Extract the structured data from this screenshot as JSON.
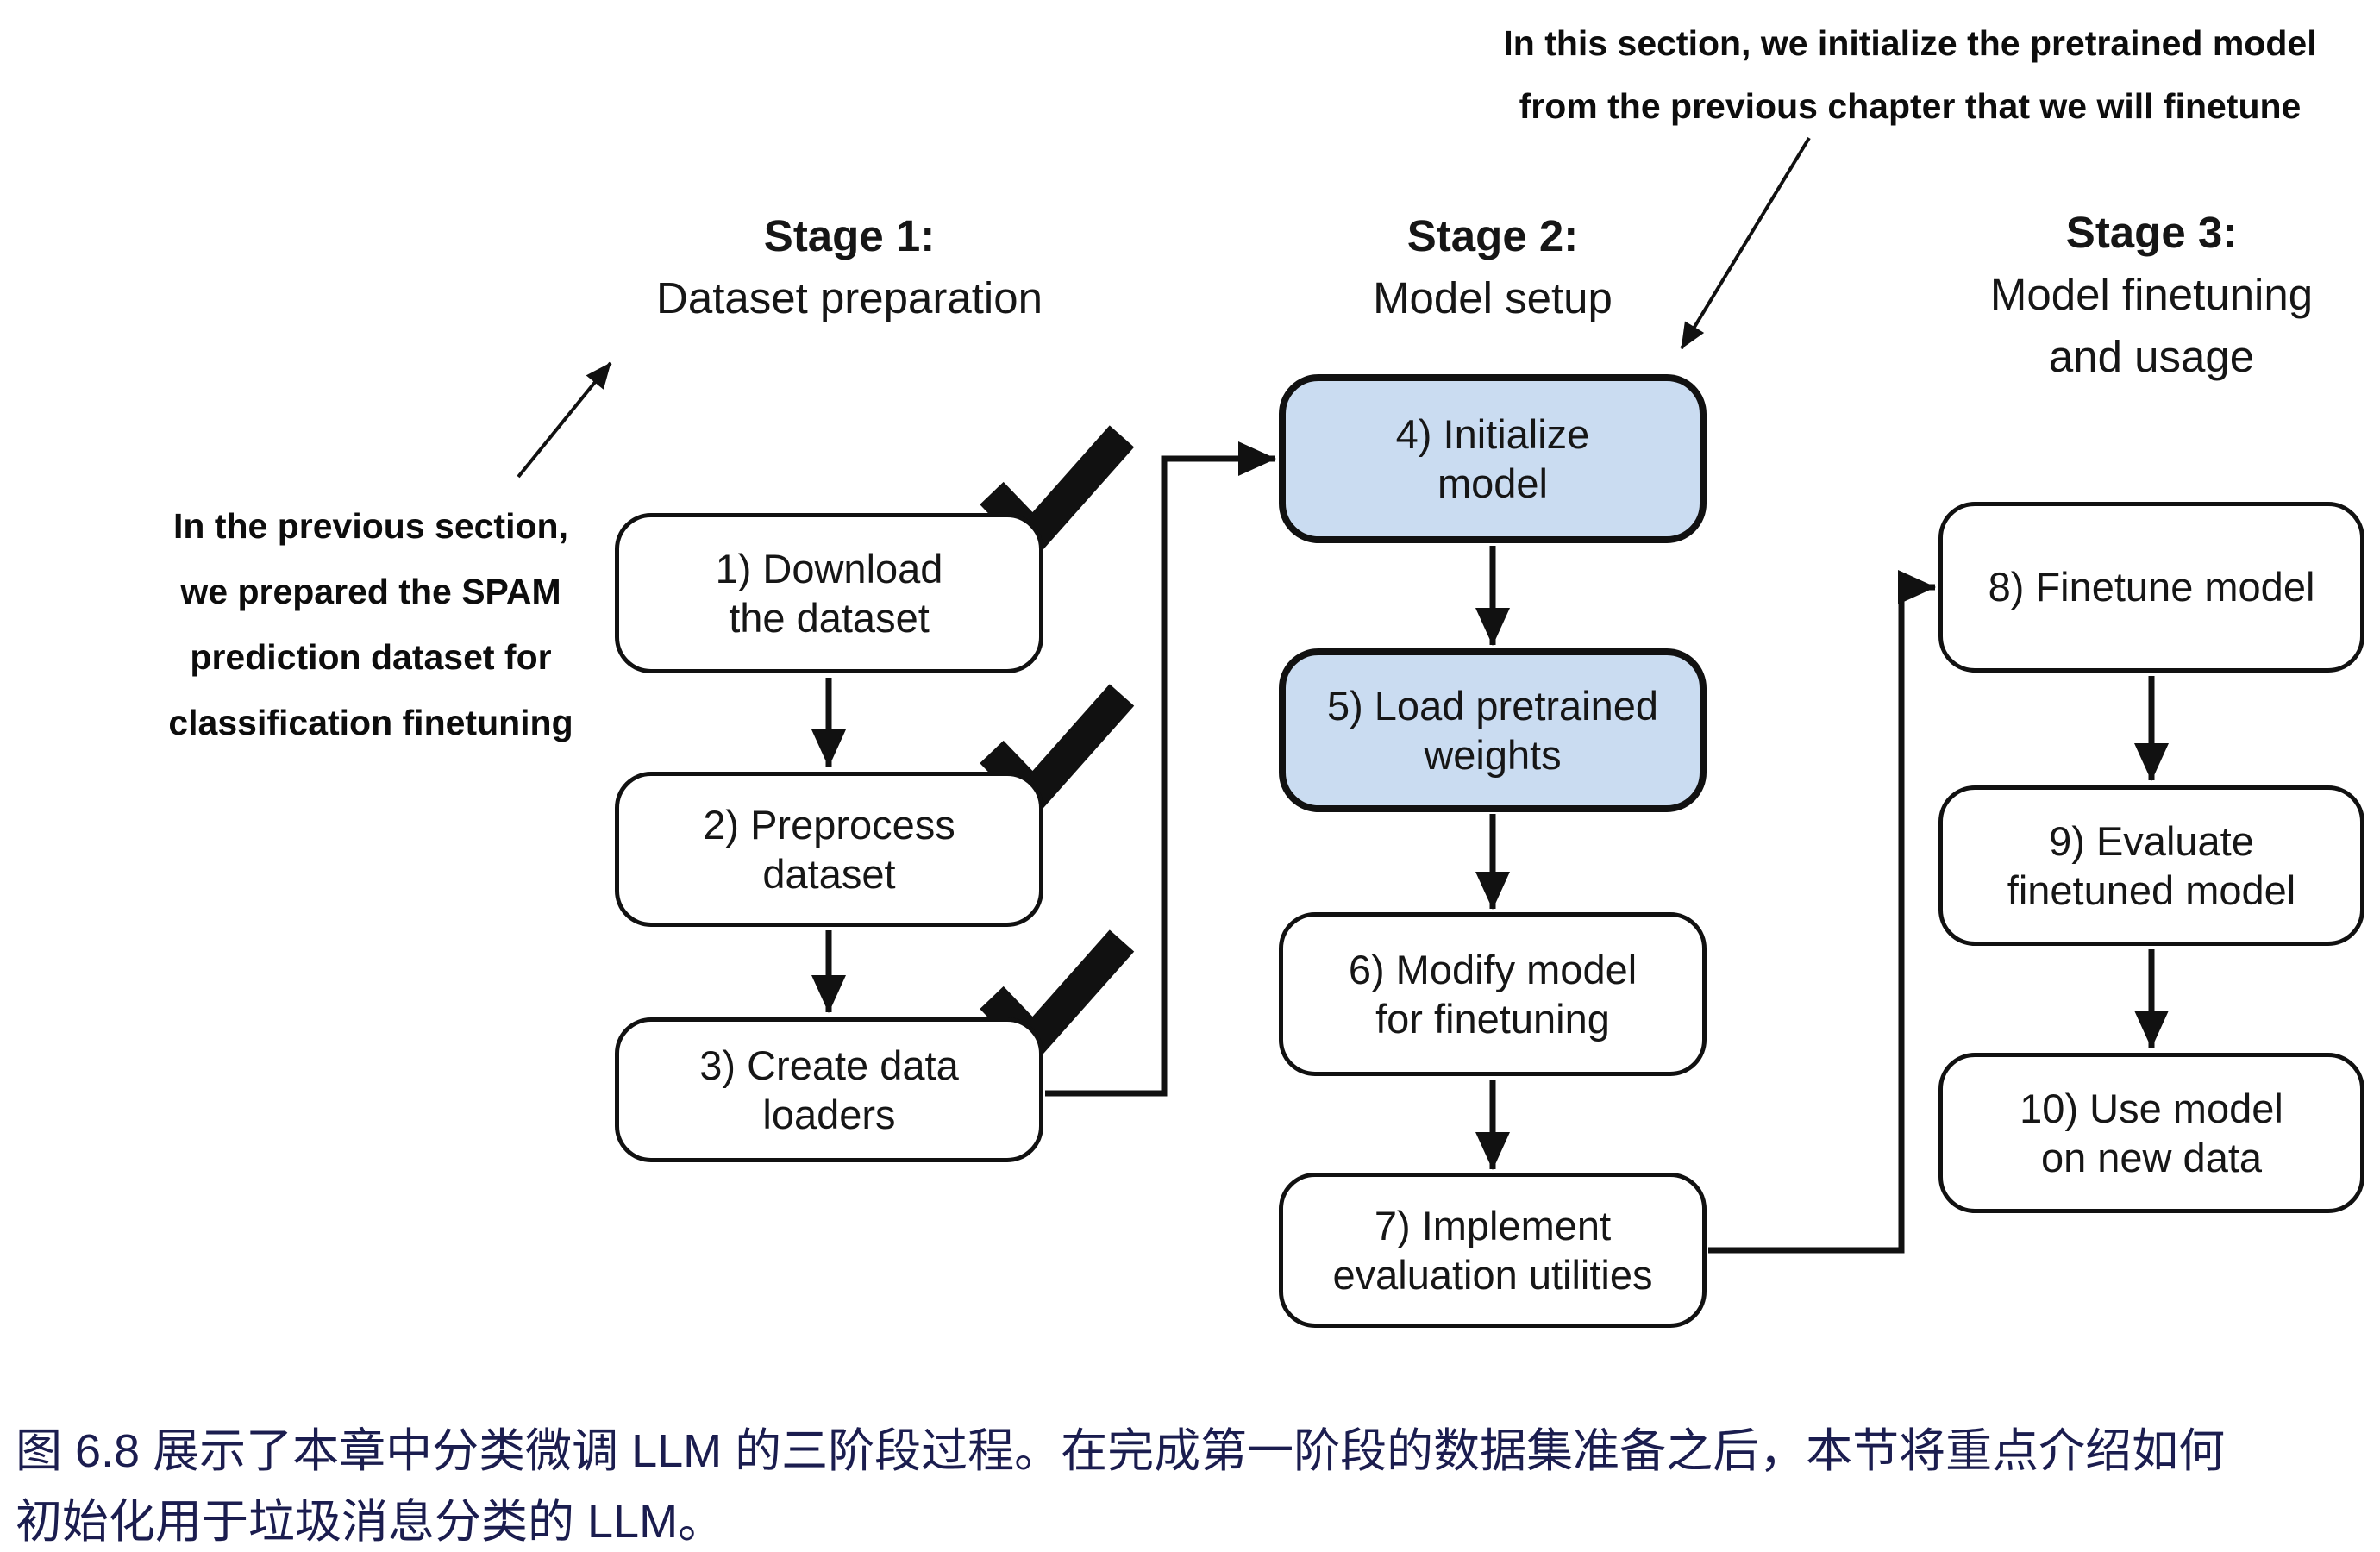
{
  "figure": {
    "annotations": {
      "top": "In this section, we initialize the pretrained model\nfrom the previous chapter that we will finetune",
      "left": "In the previous section,\nwe prepared the SPAM\nprediction dataset for\nclassification finetuning"
    },
    "stages": [
      {
        "title": "Stage 1:",
        "subtitle": "Dataset preparation"
      },
      {
        "title": "Stage 2:",
        "subtitle": "Model setup"
      },
      {
        "title": "Stage 3:",
        "subtitle": "Model finetuning\nand usage"
      }
    ],
    "boxes": [
      {
        "label": "1) Download\nthe dataset",
        "highlighted": false,
        "checked": true
      },
      {
        "label": "2) Preprocess\ndataset",
        "highlighted": false,
        "checked": true
      },
      {
        "label": "3) Create data\nloaders",
        "highlighted": false,
        "checked": true
      },
      {
        "label": "4) Initialize\nmodel",
        "highlighted": true,
        "checked": false
      },
      {
        "label": "5) Load pretrained\nweights",
        "highlighted": true,
        "checked": false
      },
      {
        "label": "6) Modify model\nfor finetuning",
        "highlighted": false,
        "checked": false
      },
      {
        "label": "7) Implement\nevaluation utilities",
        "highlighted": false,
        "checked": false
      },
      {
        "label": "8) Finetune model",
        "highlighted": false,
        "checked": false
      },
      {
        "label": "9) Evaluate\nfinetuned model",
        "highlighted": false,
        "checked": false
      },
      {
        "label": "10) Use model\non new data",
        "highlighted": false,
        "checked": false
      }
    ],
    "caption": "图 6.8 展示了本章中分类微调 LLM 的三阶段过程。在完成第一阶段的数据集准备之后，本节将重点介绍如何\n初始化用于垃圾消息分类的 LLM。"
  },
  "colors": {
    "ink": "#111111",
    "highlight_fill": "#cadcf1",
    "caption_text": "#1b1d4f"
  }
}
